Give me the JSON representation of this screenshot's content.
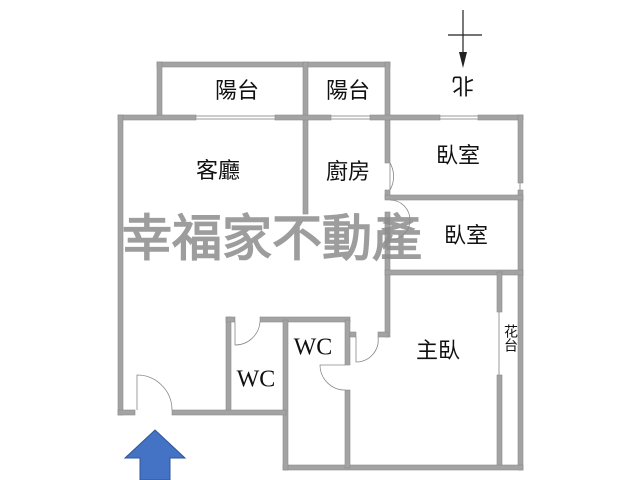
{
  "rooms": {
    "balcony_left": "陽台",
    "balcony_right": "陽台",
    "living_room": "客廳",
    "kitchen": "廚房",
    "bedroom_1": "臥室",
    "bedroom_2": "臥室",
    "wc_1": "WC",
    "wc_2": "WC",
    "master_bedroom": "主臥",
    "planter": "花台"
  },
  "compass": {
    "north_label": "北"
  },
  "watermark": "幸福家不動產",
  "entrance_arrow_color": "#4472c4",
  "wall_color": "#a3a3a3"
}
